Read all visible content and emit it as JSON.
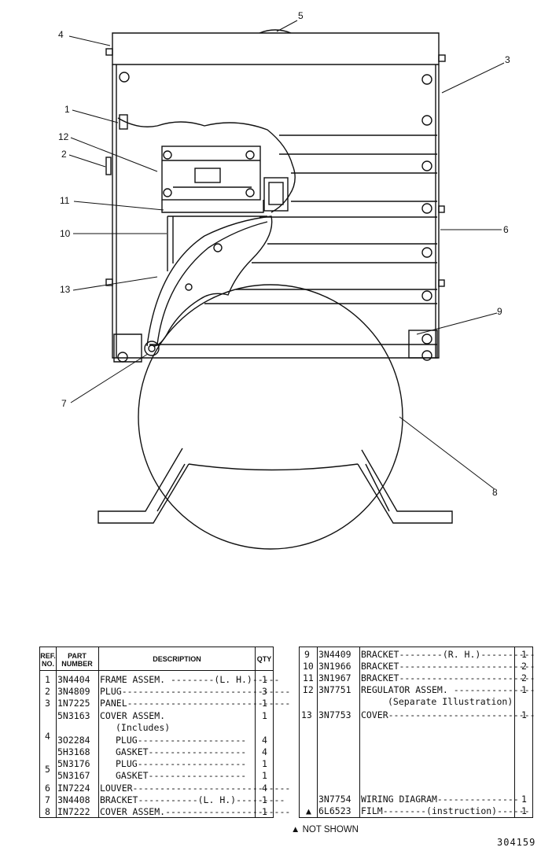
{
  "callouts": [
    "5",
    "4",
    "3",
    "1",
    "12",
    "2",
    "11",
    "10",
    "6",
    "13",
    "9",
    "7",
    "8"
  ],
  "left_table": {
    "headers": {
      "ref": "REF. NO.",
      "part": "PART NUMBER",
      "desc": "DESCRIPTION",
      "qty": "QTY"
    },
    "rows": [
      {
        "ref": "1",
        "part": "3N4404",
        "desc": "FRAME ASSEM. --------(L. H.)-----",
        "qty": "1"
      },
      {
        "ref": "2",
        "part": "3N4809",
        "desc": "PLUG-------------------------------",
        "qty": "3"
      },
      {
        "ref": "3",
        "part": "1N7225",
        "desc": "PANEL------------------------------",
        "qty": "1"
      },
      {
        "ref": "",
        "part": "5N3163",
        "desc": "COVER ASSEM.",
        "qty": "1"
      },
      {
        "ref": "",
        "part": "",
        "desc": "(Includes)",
        "qty": ""
      },
      {
        "ref": "4",
        "part": "3O2284",
        "desc": "PLUG--------------------",
        "qty": "4"
      },
      {
        "ref": "",
        "part": "5H3168",
        "desc": "GASKET------------------",
        "qty": "4"
      },
      {
        "ref": "",
        "part": "5N3176",
        "desc": "PLUG--------------------",
        "qty": "1"
      },
      {
        "ref": "5",
        "part": "5N3167",
        "desc": "GASKET------------------",
        "qty": "1"
      },
      {
        "ref": "6",
        "part": "IN7224",
        "desc": "LOUVER-----------------------------",
        "qty": "4"
      },
      {
        "ref": "7",
        "part": "3N4408",
        "desc": "BRACKET-----------(L. H.)---------",
        "qty": "1"
      },
      {
        "ref": "8",
        "part": "IN7222",
        "desc": "COVER ASSEM.-----------------------",
        "qty": "1"
      }
    ]
  },
  "right_table": {
    "rows": [
      {
        "ref": "9",
        "part": "3N4409",
        "desc": "BRACKET--------(R. H.)----------",
        "qty": "1"
      },
      {
        "ref": "10",
        "part": "3N1966",
        "desc": "BRACKET-------------------------",
        "qty": "2"
      },
      {
        "ref": "11",
        "part": "3N1967",
        "desc": "BRACKET-------------------------",
        "qty": "2"
      },
      {
        "ref": "I2",
        "part": "3N7751",
        "desc": "REGULATOR ASSEM. ---------------",
        "qty": "1"
      },
      {
        "ref": "",
        "part": "",
        "desc": "(Separate Illustration)",
        "qty": ""
      },
      {
        "ref": "13",
        "part": "3N7753",
        "desc": "COVER---------------------------",
        "qty": "1"
      },
      {
        "ref": "",
        "part": "3N7754",
        "desc": "WIRING DIAGRAM---------------",
        "qty": "1"
      },
      {
        "ref": "▲",
        "part": "6L6523",
        "desc": "FILM--------(instruction)------",
        "qty": "1"
      }
    ]
  },
  "note": "▲ NOT SHOWN",
  "figure_number": "304159"
}
